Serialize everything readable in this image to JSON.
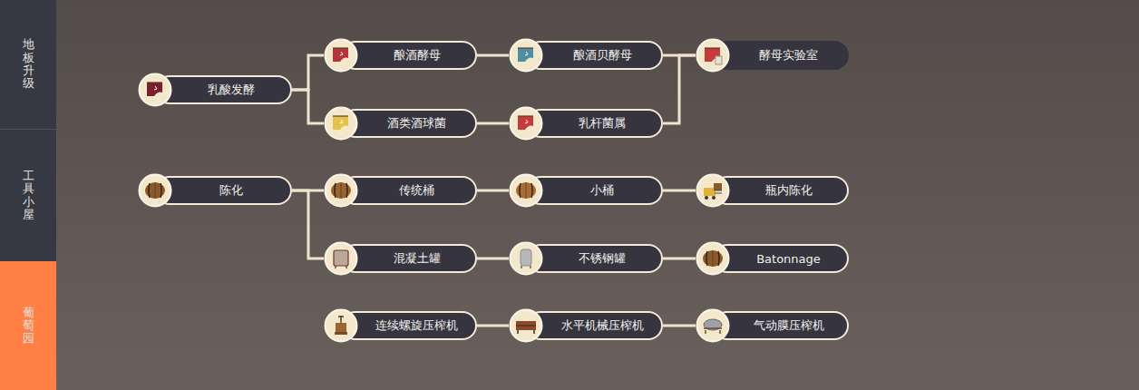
{
  "diagram": {
    "nodes": [
      {
        "text": [
          "地板升级"
        ]
      },
      {
        "text": [
          "工具小屋"
        ]
      },
      {
        "text": [
          "葡萄园"
        ]
      },
      {
        "text": [
          "乳酸发酵"
        ]
      },
      {
        "text": [
          "酿酒酵母"
        ]
      },
      {
        "text": [
          "酿酒贝酵母"
        ]
      },
      {
        "text": [
          "酵母实验室"
        ]
      },
      {
        "text": [
          "酒类酒球菌"
        ]
      },
      {
        "text": [
          "乳杆菌属"
        ]
      },
      {
        "text": [
          "陈化"
        ]
      },
      {
        "text": [
          "传统桶"
        ]
      },
      {
        "text": [
          "小桶"
        ]
      },
      {
        "text": [
          "瓶内陈化"
        ]
      },
      {
        "text": [
          "混凝土罐"
        ]
      },
      {
        "text": [
          "不锈钢罐"
        ]
      },
      {
        "text": [
          "Batonnage"
        ]
      },
      {
        "text": [
          "连续螺旋压榨机"
        ]
      },
      {
        "text": [
          "水平机械压榨机"
        ]
      },
      {
        "text": [
          "气动膜压榨机"
        ]
      }
    ],
    "edges": [
      {
        "from": 3,
        "to": 4,
        "arrow": "none"
      },
      {
        "from": 3,
        "to": 7,
        "arrow": "none"
      },
      {
        "from": 4,
        "to": 5,
        "arrow": "none"
      },
      {
        "from": 5,
        "to": 6,
        "arrow": "none"
      },
      {
        "from": 7,
        "to": 8,
        "arrow": "none"
      },
      {
        "from": 8,
        "to": 6,
        "arrow": "none"
      },
      {
        "from": 9,
        "to": 10,
        "arrow": "none"
      },
      {
        "from": 9,
        "to": 13,
        "arrow": "none"
      },
      {
        "from": 10,
        "to": 11,
        "arrow": "none"
      },
      {
        "from": 11,
        "to": 12,
        "arrow": "none"
      },
      {
        "from": 13,
        "to": 14,
        "arrow": "none"
      },
      {
        "from": 14,
        "to": 15,
        "arrow": "none"
      },
      {
        "from": 16,
        "to": 17,
        "arrow": "none"
      },
      {
        "from": 17,
        "to": 18,
        "arrow": "none"
      }
    ]
  }
}
